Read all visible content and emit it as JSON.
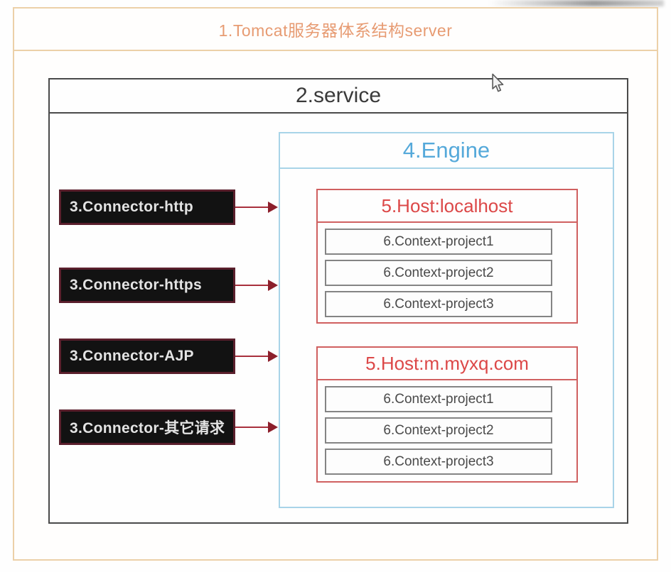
{
  "page": {
    "title": "1.Tomcat服务器体系结构server"
  },
  "service": {
    "title": "2.service"
  },
  "connectors": [
    {
      "label": "3.Connector-http"
    },
    {
      "label": "3.Connector-https"
    },
    {
      "label": "3.Connector-AJP"
    },
    {
      "label": "3.Connector-其它请求"
    }
  ],
  "engine": {
    "title": "4.Engine",
    "hosts": [
      {
        "title": "5.Host:localhost",
        "contexts": [
          "6.Context-project1",
          "6.Context-project2",
          "6.Context-project3"
        ]
      },
      {
        "title": "5.Host:m.myxq.com",
        "contexts": [
          "6.Context-project1",
          "6.Context-project2",
          "6.Context-project3"
        ]
      }
    ]
  },
  "icons": {
    "cursor": "mouse-pointer-icon"
  },
  "colors": {
    "outer_border": "#ecd0a8",
    "page_title_text": "#e79b72",
    "service_border": "#4a4a4a",
    "service_text": "#3a3a3a",
    "engine_border": "#a8d4e8",
    "engine_text": "#55a9da",
    "host_border": "#d06060",
    "host_text": "#dc4848",
    "context_border": "#848484",
    "context_text": "#4a4a4a",
    "connector_bg": "#121212",
    "connector_border": "#5a1f2c",
    "connector_text": "#e3e3e3",
    "arrow": "#a8303c"
  }
}
